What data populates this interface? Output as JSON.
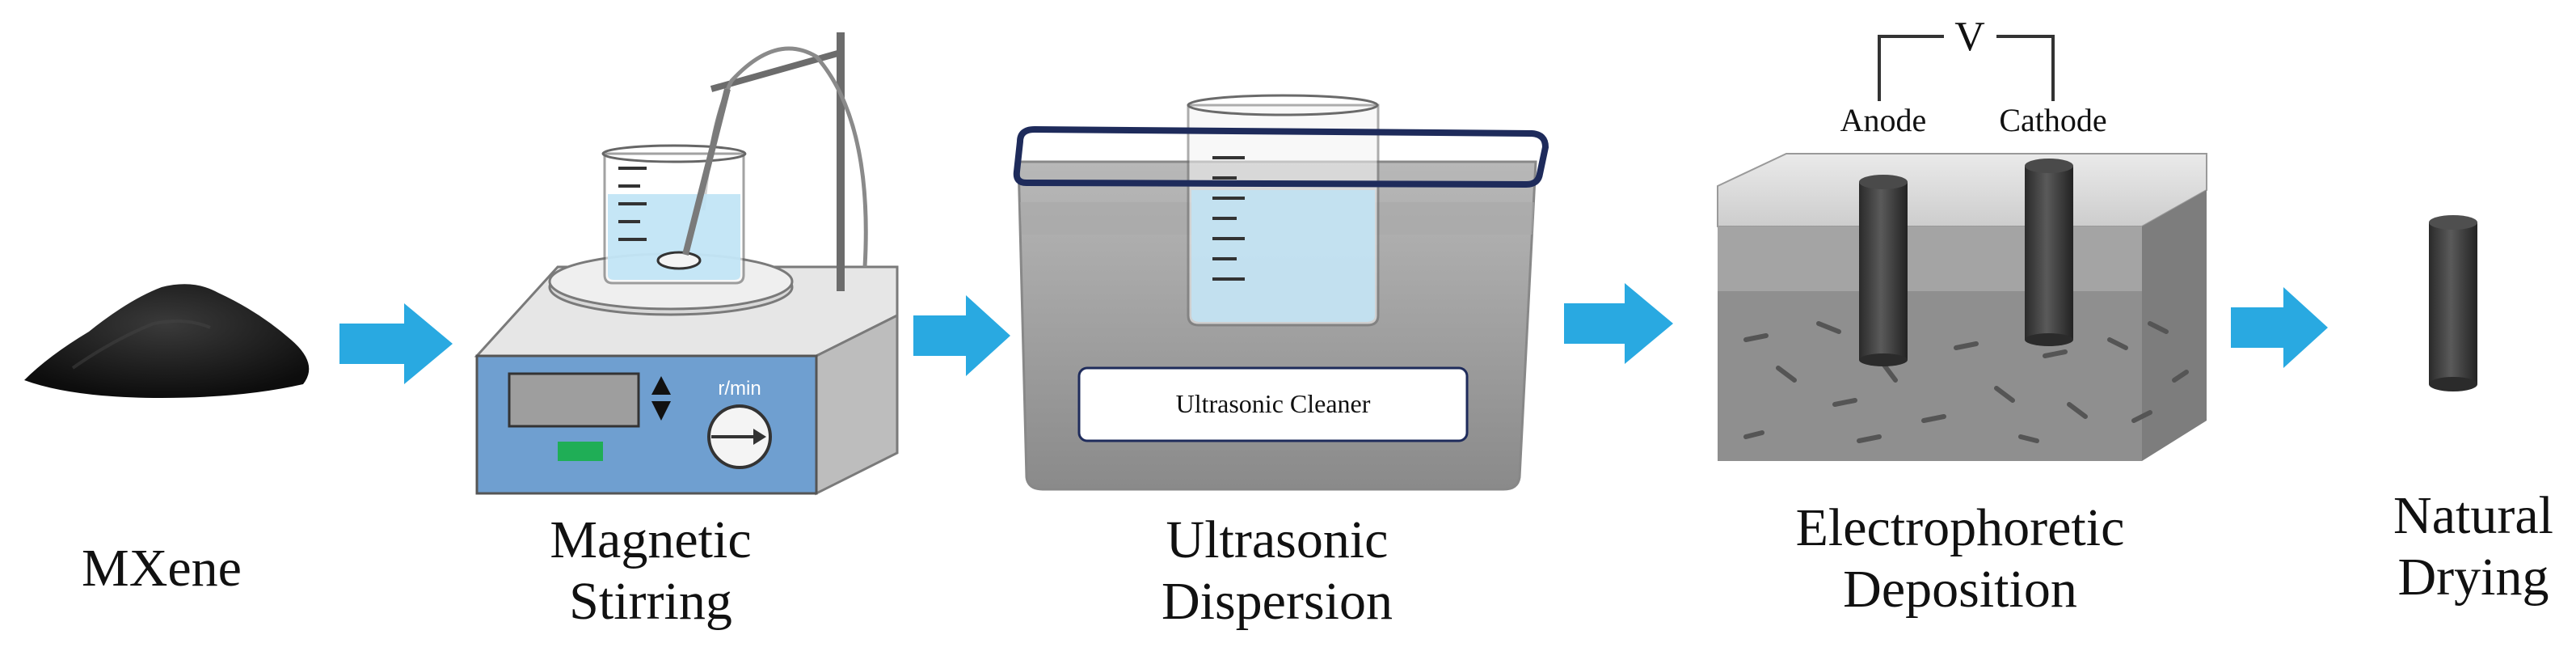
{
  "steps": [
    {
      "id": "mxene",
      "lines": [
        "MXene"
      ]
    },
    {
      "id": "magnetic-stirring",
      "lines": [
        "Magnetic",
        "Stirring"
      ]
    },
    {
      "id": "ultrasonic-dispersion",
      "lines": [
        "Ultrasonic",
        "Dispersion"
      ]
    },
    {
      "id": "electrophoretic-deposition",
      "lines": [
        "Electrophoretic",
        "Deposition"
      ]
    },
    {
      "id": "natural-drying",
      "lines": [
        "Natural",
        "Drying"
      ]
    }
  ],
  "stirrer": {
    "speed_unit": "r/min"
  },
  "ultrasonic": {
    "plate_label": "Ultrasonic Cleaner"
  },
  "electrophoresis": {
    "voltage_label": "V",
    "anode_label": "Anode",
    "cathode_label": "Cathode"
  },
  "colors": {
    "arrow": "#29a9e1",
    "water": "#bfe3f5",
    "panel_blue": "#6f9fd0",
    "tank_gray": "#9a9a9a",
    "electrode": "#3c3c3c",
    "mxene_powder": "#1a1a1a"
  }
}
